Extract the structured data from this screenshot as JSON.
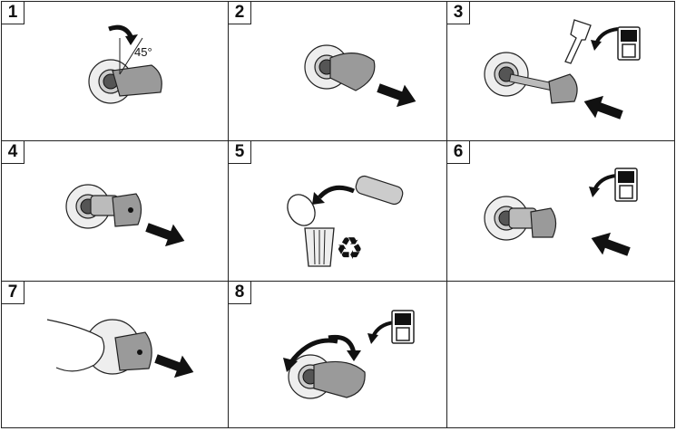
{
  "steps": [
    {
      "number": "1",
      "angle_label": "45°"
    },
    {
      "number": "2"
    },
    {
      "number": "3"
    },
    {
      "number": "4"
    },
    {
      "number": "5"
    },
    {
      "number": "6"
    },
    {
      "number": "7"
    },
    {
      "number": "8"
    }
  ],
  "colors": {
    "line": "#222222",
    "key_gray": "#9a9a9a",
    "ring_gray": "#e6e6e6",
    "arrow": "#111111"
  }
}
